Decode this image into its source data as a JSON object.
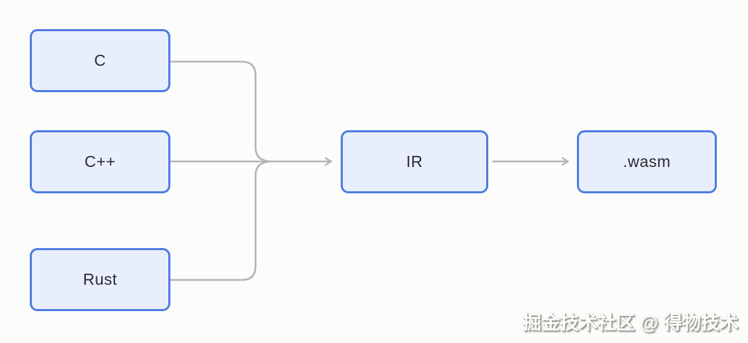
{
  "diagram": {
    "title_semantic": "source-languages-compile-to-wasm-flow",
    "colors": {
      "background": "#fcfcfa",
      "node_fill": "#e9eefc",
      "node_border": "#4d7ce0",
      "node_text": "#272b33",
      "edge": "#b4b4b4"
    },
    "nodes": [
      {
        "id": "c",
        "label": "C"
      },
      {
        "id": "cpp",
        "label": "C++"
      },
      {
        "id": "rust",
        "label": "Rust"
      },
      {
        "id": "ir",
        "label": "IR"
      },
      {
        "id": "wasm",
        "label": ".wasm"
      }
    ],
    "edges": [
      {
        "from": "c",
        "to": "ir",
        "style": "merge-into-trunk"
      },
      {
        "from": "cpp",
        "to": "ir",
        "style": "straight-arrow"
      },
      {
        "from": "rust",
        "to": "ir",
        "style": "merge-into-trunk"
      },
      {
        "from": "ir",
        "to": "wasm",
        "style": "straight-arrow"
      }
    ]
  },
  "watermark": {
    "text": "掘金技术社区 @ 得物技术"
  }
}
